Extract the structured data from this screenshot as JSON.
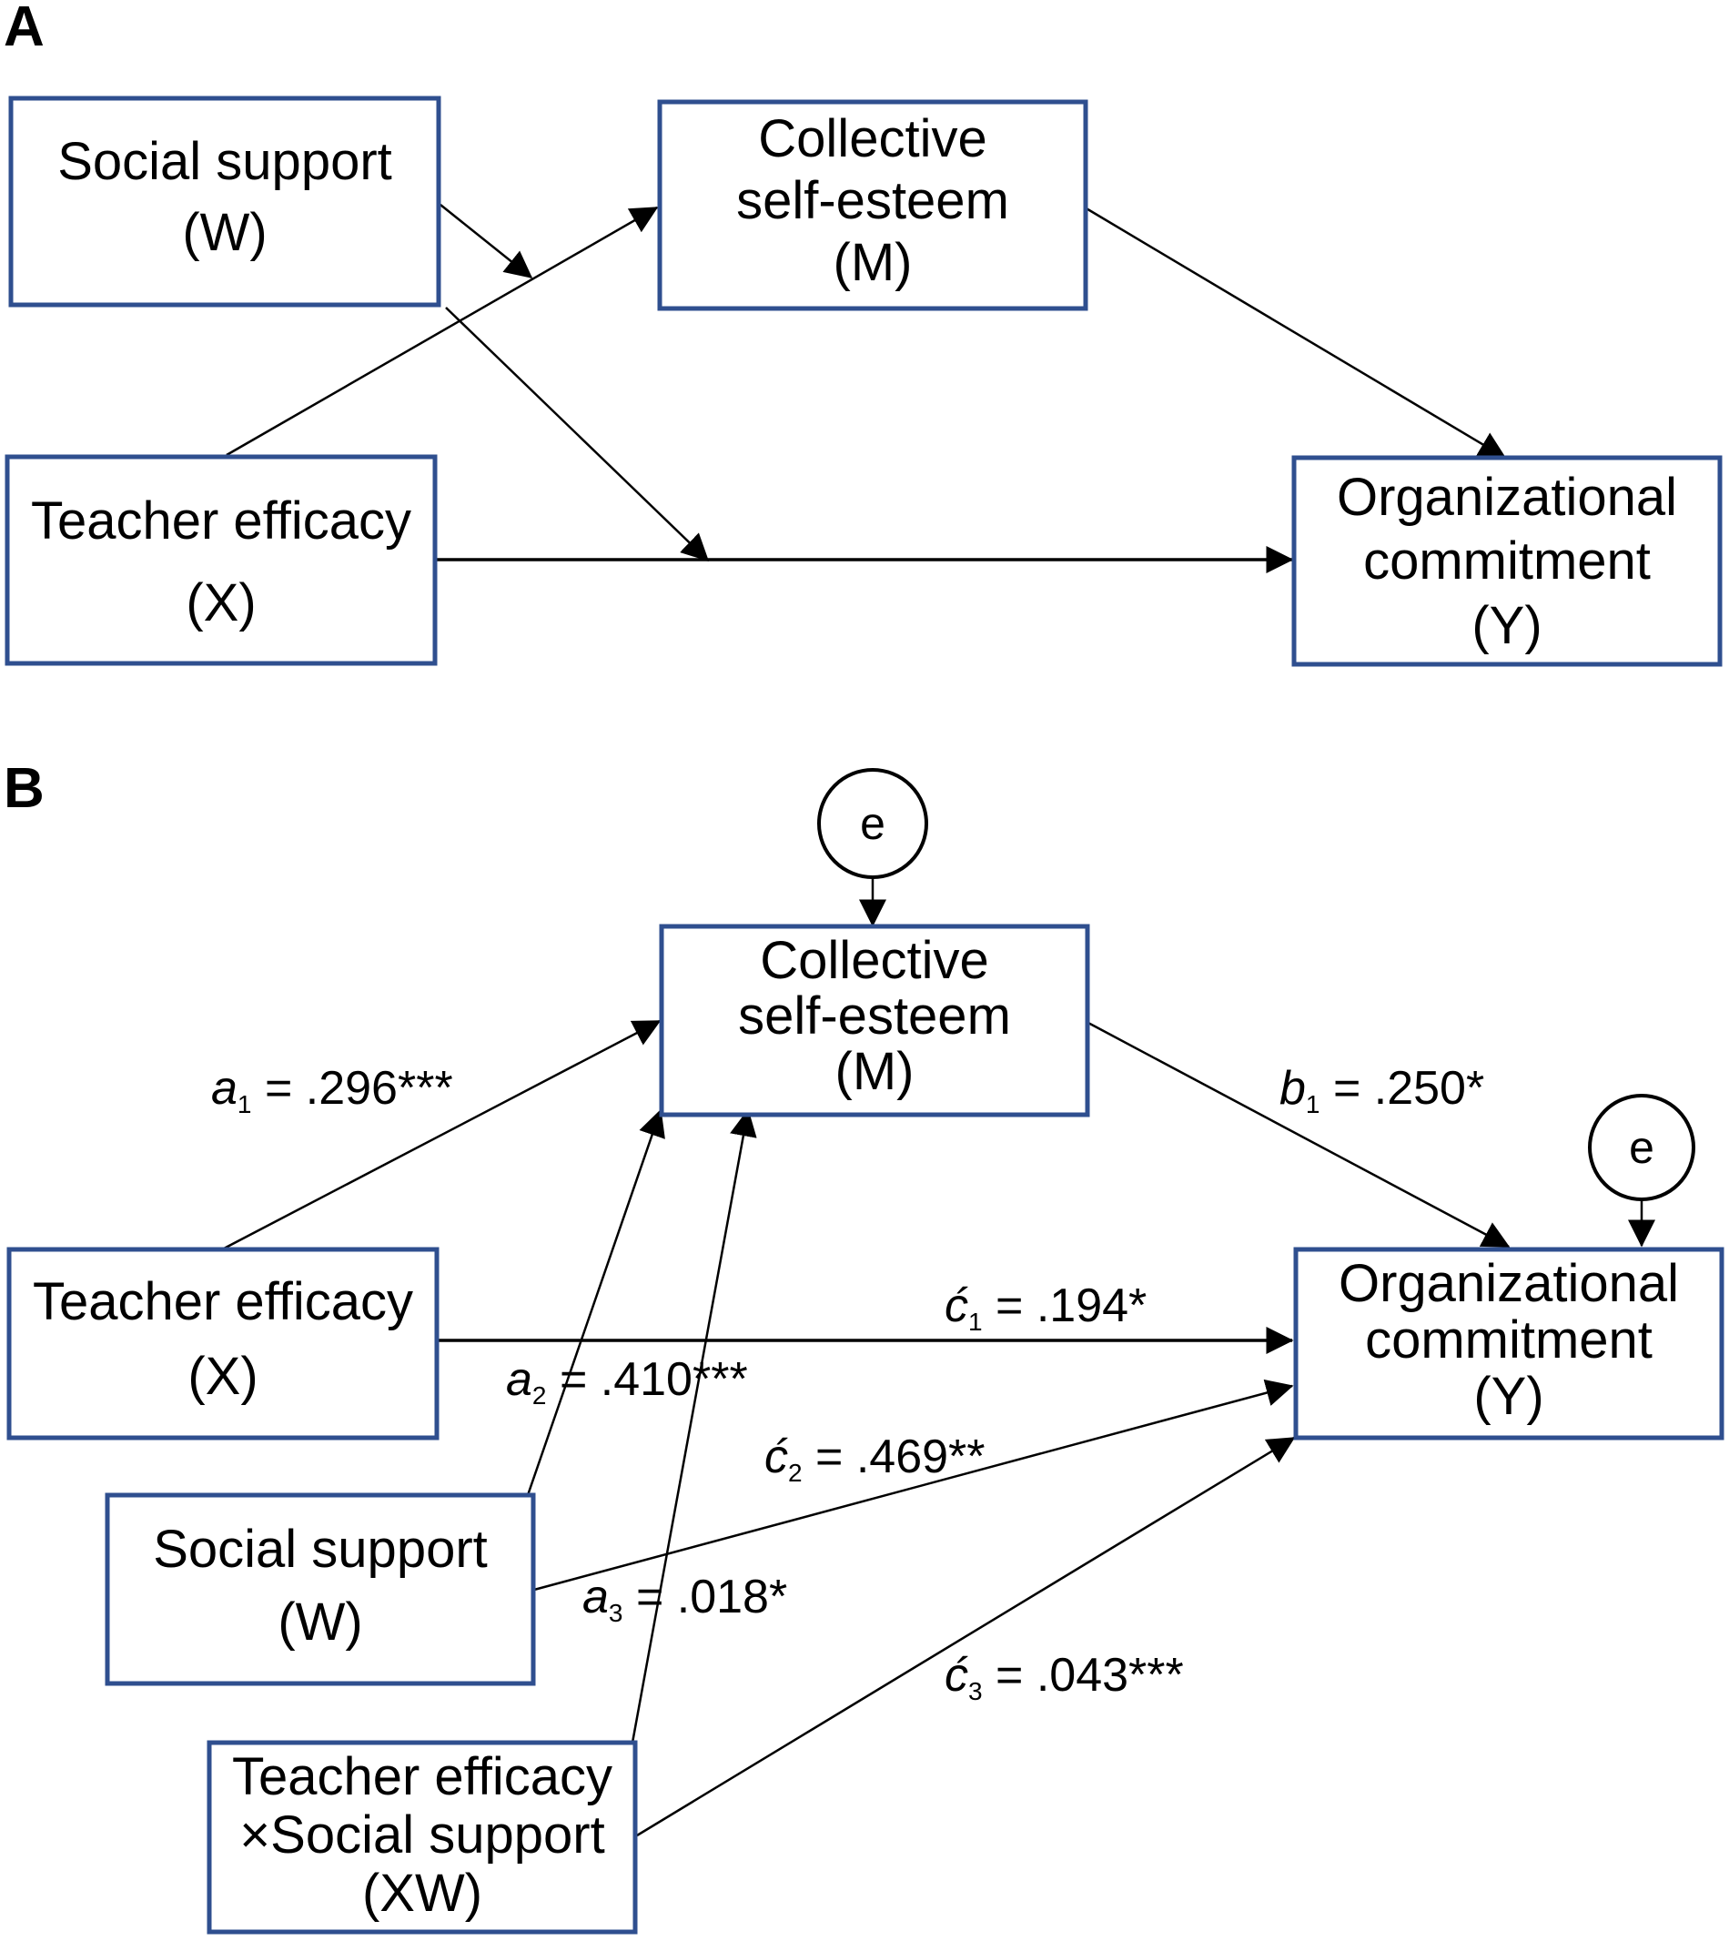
{
  "panels": {
    "a": {
      "label": "A",
      "boxes": {
        "social_support": [
          "Social support",
          "(W)"
        ],
        "teacher_efficacy": [
          "Teacher efficacy",
          "(X)"
        ],
        "collective_self_esteem": [
          "Collective",
          "self-esteem",
          "(M)"
        ],
        "organizational_commitment": [
          "Organizational",
          "commitment",
          "(Y)"
        ]
      }
    },
    "b": {
      "label": "B",
      "error_term": "e",
      "boxes": {
        "collective_self_esteem": [
          "Collective",
          "self-esteem",
          "(M)"
        ],
        "teacher_efficacy": [
          "Teacher efficacy",
          "(X)"
        ],
        "social_support": [
          "Social support",
          "(W)"
        ],
        "interaction": [
          "Teacher efficacy",
          "×Social support",
          "(XW)"
        ],
        "organizational_commitment": [
          "Organizational",
          "commitment",
          "(Y)"
        ]
      },
      "paths": {
        "a1": {
          "sym": "a",
          "sub": "1",
          "value": " = .296***"
        },
        "a2": {
          "sym": "a",
          "sub": "2",
          "value": " = .410***"
        },
        "a3": {
          "sym": "a",
          "sub": "3",
          "value": " = .018*"
        },
        "b1": {
          "sym": "b",
          "sub": "1",
          "value": " = .250*"
        },
        "c1": {
          "sym": "ć",
          "sub": "1",
          "value": " = .194*"
        },
        "c2": {
          "sym": "ć",
          "sub": "2",
          "value": " = .469**"
        },
        "c3": {
          "sym": "ć",
          "sub": "3",
          "value": " = .043***"
        }
      }
    }
  }
}
